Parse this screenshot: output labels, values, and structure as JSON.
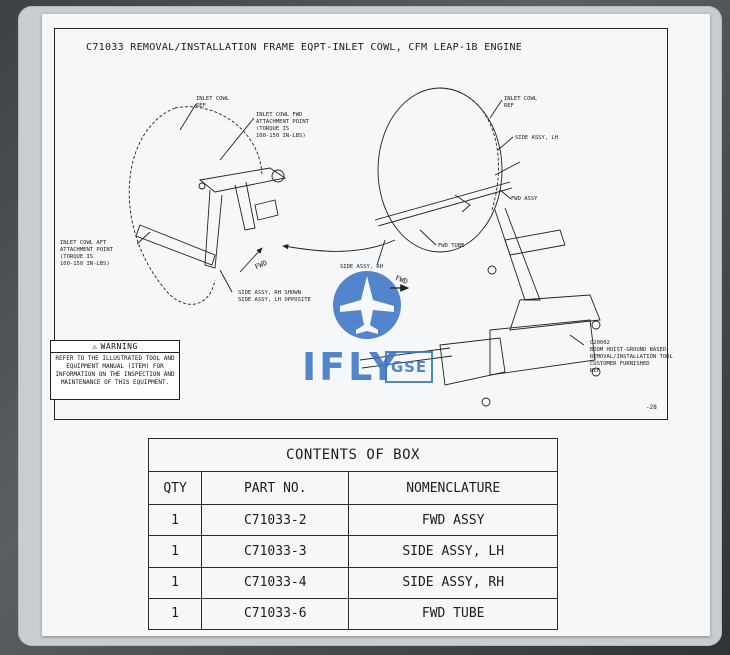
{
  "drawing": {
    "title": "C71033 REMOVAL/INSTALLATION FRAME EQPT-INLET COWL, CFM LEAP-1B ENGINE",
    "callouts": {
      "inlet_cowl_ref_left": "INLET COWL\nREF",
      "inlet_cowl_fwd_attach": "INLET COWL FWD\nATTACHMENT POINT\n(TORQUE IS\n100-150 IN-LBS)",
      "inlet_cowl_aft_attach": "INLET COWL AFT\nATTACHMENT POINT\n(TORQUE IS\n100-150 IN-LBS)",
      "side_assy_rh_shown": "SIDE ASSY, RH SHOWN\nSIDE ASSY, LH OPPOSITE",
      "fwd_left": "FWD",
      "inlet_cowl_ref_right": "INLET COWL\nREF",
      "side_assy_lh": "SIDE ASSY, LH",
      "fwd_assy": "FWD ASSY",
      "fwd_tube": "FWD TUBE",
      "side_assy_rh": "SIDE ASSY, RH",
      "fwd_right": "FWD",
      "boom_hoist": "C20002\nBOOM HOIST-GROUND BASED\nREMOVAL/INSTALLATION TOOL\nCUSTOMER FURNISHED\nREF"
    },
    "page_ref": "-28",
    "warning": {
      "heading": "WARNING",
      "text": "REFER TO THE ILLUSTRATED TOOL AND EQUIPMENT MANUAL (ITEM) FOR INFORMATION ON THE INSPECTION AND MAINTENANCE OF THIS EQUIPMENT."
    }
  },
  "watermark": {
    "brand": "IFLY",
    "sub": "GSE",
    "color": "#3672c4"
  },
  "contents_table": {
    "caption": "CONTENTS OF BOX",
    "headers": [
      "QTY",
      "PART NO.",
      "NOMENCLATURE"
    ],
    "rows": [
      [
        "1",
        "C71033-2",
        "FWD ASSY"
      ],
      [
        "1",
        "C71033-3",
        "SIDE ASSY, LH"
      ],
      [
        "1",
        "C71033-4",
        "SIDE ASSY, RH"
      ],
      [
        "1",
        "C71033-6",
        "FWD TUBE"
      ]
    ]
  }
}
